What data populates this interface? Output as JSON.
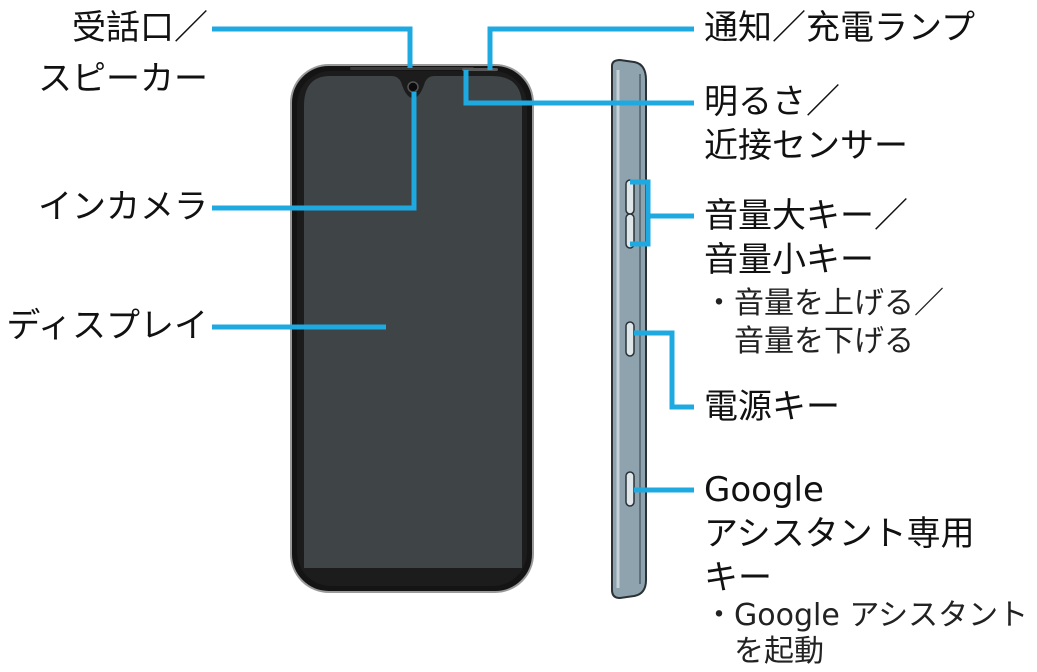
{
  "colors": {
    "leader": "#1fa9e1",
    "screen": "#3f4447",
    "bezel": "#141414",
    "side_body": "#8fa3ae",
    "side_dark": "#2a3236"
  },
  "labels": {
    "earpiece": [
      "受話口／",
      "スピーカー"
    ],
    "front_camera": "インカメラ",
    "display": "ディスプレイ",
    "notification_lamp": "通知／充電ランプ",
    "light_sensor": [
      "明るさ／",
      "近接センサー"
    ],
    "volume_keys": [
      "音量大キー／",
      "音量小キー"
    ],
    "volume_note": [
      "・音量を上げる／",
      "　音量を下げる"
    ],
    "power_key": "電源キー",
    "assistant_key": [
      "Google",
      "アシスタント専用",
      "キー"
    ],
    "assistant_note": [
      "・Google アシスタント",
      "　を起動"
    ]
  }
}
